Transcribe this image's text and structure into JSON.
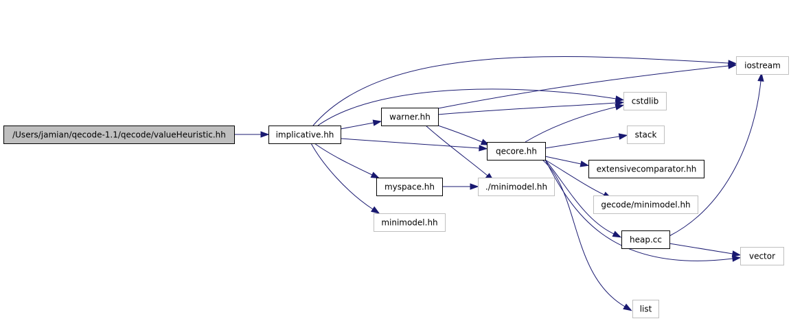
{
  "graph": {
    "nodes": [
      {
        "id": "valueHeuristic",
        "label": "/Users/jamian/qecode-1.1/qecode/valueHeuristic.hh",
        "style": "root"
      },
      {
        "id": "implicative",
        "label": "implicative.hh",
        "style": "documented"
      },
      {
        "id": "warner",
        "label": "warner.hh",
        "style": "documented"
      },
      {
        "id": "qecore",
        "label": "qecore.hh",
        "style": "documented"
      },
      {
        "id": "myspace",
        "label": "myspace.hh",
        "style": "documented"
      },
      {
        "id": "minimodel_local",
        "label": "./minimodel.hh",
        "style": "external"
      },
      {
        "id": "minimodel",
        "label": "minimodel.hh",
        "style": "external"
      },
      {
        "id": "iostream",
        "label": "iostream",
        "style": "external"
      },
      {
        "id": "cstdlib",
        "label": "cstdlib",
        "style": "external"
      },
      {
        "id": "stack",
        "label": "stack",
        "style": "external"
      },
      {
        "id": "extensivecomparator",
        "label": "extensivecomparator.hh",
        "style": "documented"
      },
      {
        "id": "gecode_minimodel",
        "label": "gecode/minimodel.hh",
        "style": "external"
      },
      {
        "id": "heap",
        "label": "heap.cc",
        "style": "documented"
      },
      {
        "id": "vector",
        "label": "vector",
        "style": "external"
      },
      {
        "id": "list",
        "label": "list",
        "style": "external"
      }
    ],
    "edges": [
      {
        "from": "valueHeuristic",
        "to": "implicative"
      },
      {
        "from": "implicative",
        "to": "iostream"
      },
      {
        "from": "implicative",
        "to": "cstdlib"
      },
      {
        "from": "implicative",
        "to": "warner"
      },
      {
        "from": "implicative",
        "to": "qecore"
      },
      {
        "from": "implicative",
        "to": "myspace"
      },
      {
        "from": "implicative",
        "to": "minimodel"
      },
      {
        "from": "warner",
        "to": "iostream"
      },
      {
        "from": "warner",
        "to": "cstdlib"
      },
      {
        "from": "warner",
        "to": "qecore"
      },
      {
        "from": "warner",
        "to": "minimodel_local"
      },
      {
        "from": "myspace",
        "to": "minimodel_local"
      },
      {
        "from": "qecore",
        "to": "cstdlib"
      },
      {
        "from": "qecore",
        "to": "stack"
      },
      {
        "from": "qecore",
        "to": "extensivecomparator"
      },
      {
        "from": "qecore",
        "to": "gecode_minimodel"
      },
      {
        "from": "qecore",
        "to": "heap"
      },
      {
        "from": "qecore",
        "to": "vector"
      },
      {
        "from": "qecore",
        "to": "list"
      },
      {
        "from": "heap",
        "to": "iostream"
      },
      {
        "from": "heap",
        "to": "vector"
      }
    ],
    "colors": {
      "edge": "#191970",
      "root_fill": "#bfbfbf",
      "root_border": "#000000",
      "documented_border": "#000000",
      "external_border": "#bfbfbf",
      "node_fill": "#ffffff"
    }
  }
}
